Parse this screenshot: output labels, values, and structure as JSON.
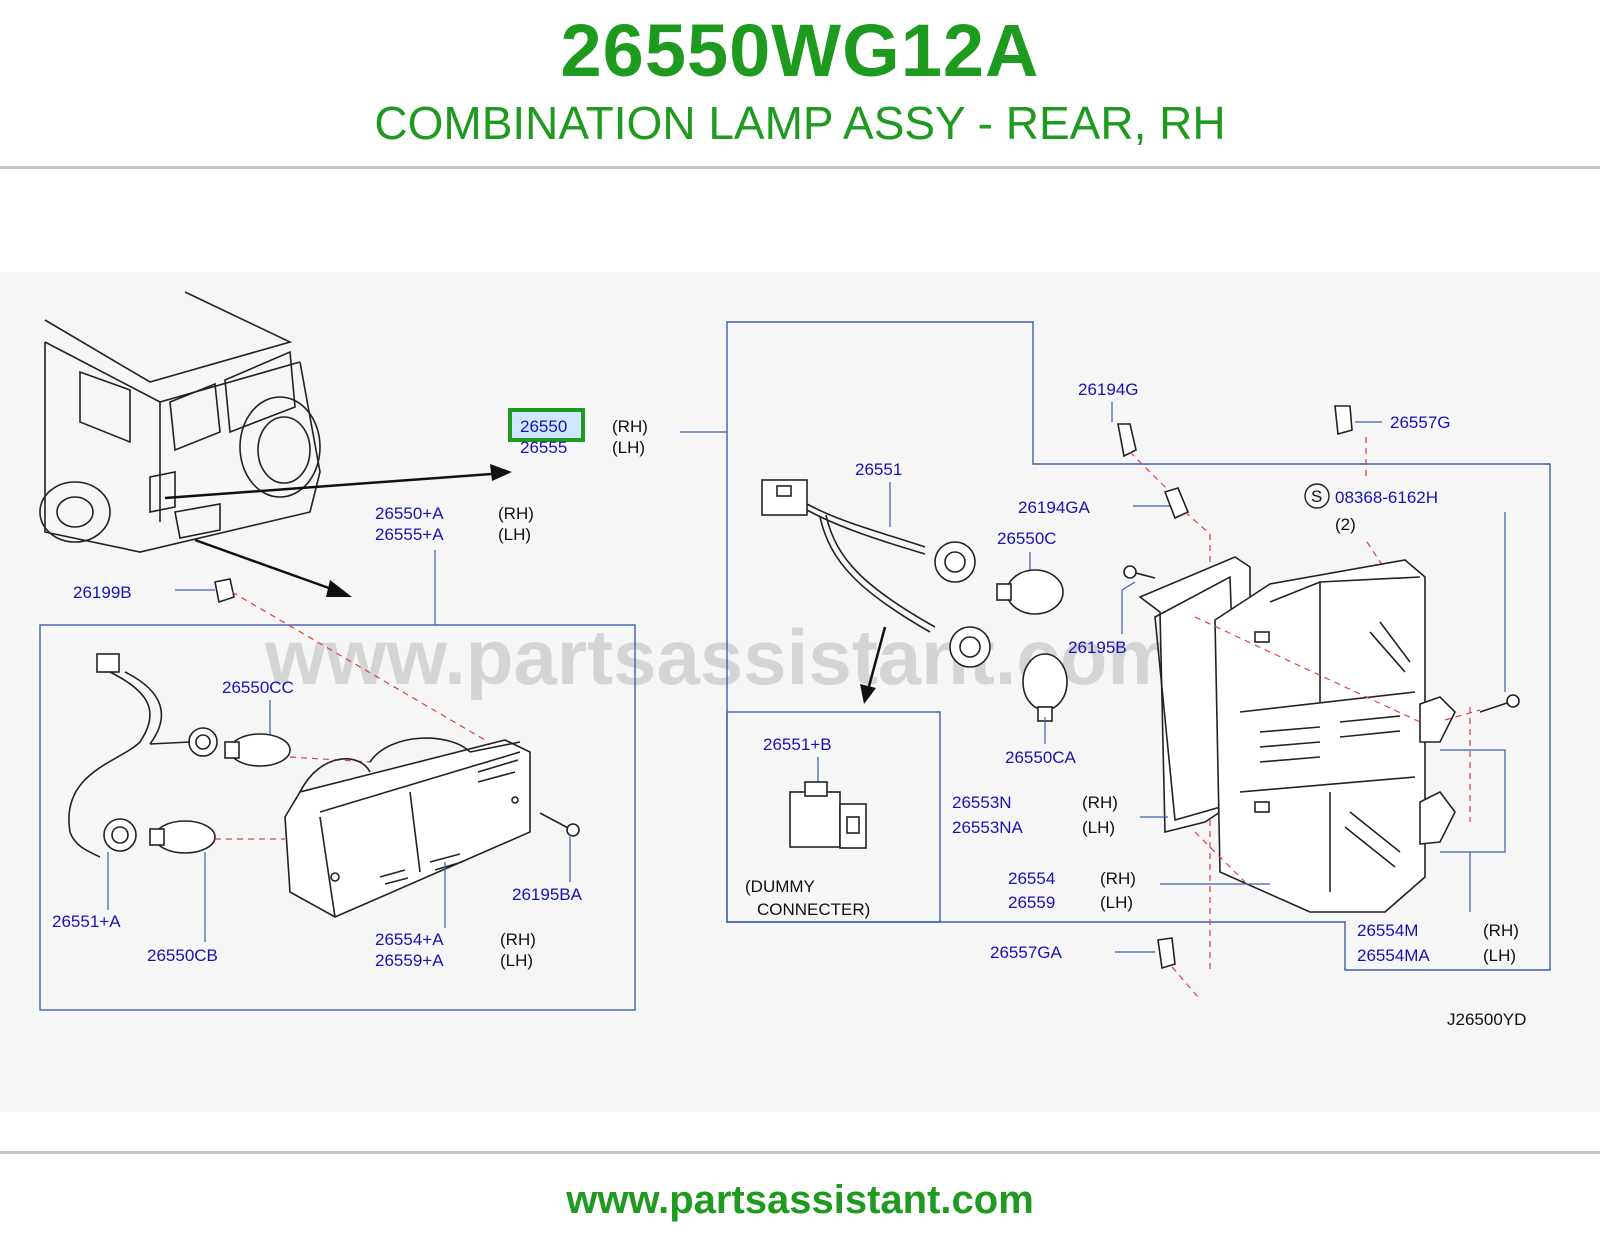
{
  "header": {
    "part_number": "26550WG12A",
    "part_name": "COMBINATION LAMP ASSY - REAR, RH"
  },
  "diagram": {
    "watermark": "www.partsassistant.com",
    "ref_code": "J26500YD",
    "highlight_color": "#1e9a1e",
    "labels": {
      "p26550": "26550",
      "p26555": "26555",
      "rh": "(RH)",
      "lh": "(LH)",
      "p26550A": "26550+A",
      "p26555A": "26555+A",
      "p26199B": "26199B",
      "p26550CC": "26550CC",
      "p26195BA": "26195BA",
      "p26551A": "26551+A",
      "p26550CB": "26550CB",
      "p26554A": "26554+A",
      "p26559A": "26559+A",
      "p26551": "26551",
      "p26551B": "26551+B",
      "dummy1": "(DUMMY",
      "dummy2": "CONNECTER)",
      "p26194G": "26194G",
      "p26194GA": "26194GA",
      "p26550C": "26550C",
      "p26550CA": "26550CA",
      "p26557G": "26557G",
      "s_mark": "S",
      "p08368": "08368-6162H",
      "qty2": "(2)",
      "p26195B": "26195B",
      "p26553N": "26553N",
      "p26553NA": "26553NA",
      "p26554": "26554",
      "p26559": "26559",
      "p26554M": "26554M",
      "p26554MA": "26554MA",
      "p26557GA": "26557GA"
    }
  },
  "footer": {
    "url": "www.partsassistant.com"
  }
}
